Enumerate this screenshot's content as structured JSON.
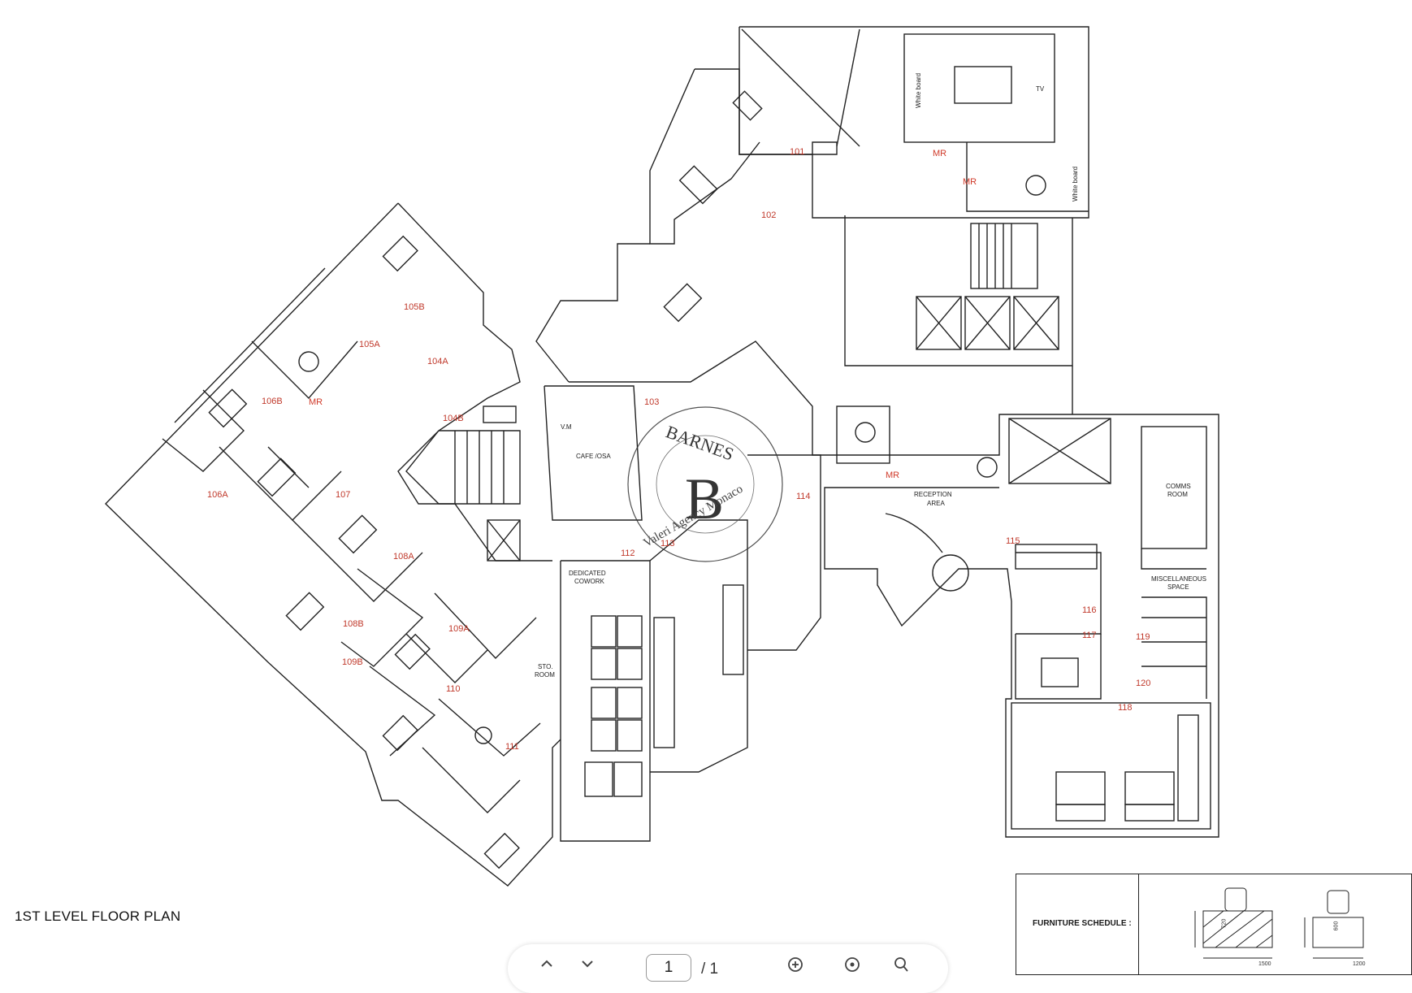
{
  "plan": {
    "title": "1ST LEVEL FLOOR PLAN",
    "rooms": [
      {
        "id": "101"
      },
      {
        "id": "102"
      },
      {
        "id": "103"
      },
      {
        "id": "104A"
      },
      {
        "id": "104B"
      },
      {
        "id": "105A"
      },
      {
        "id": "105B"
      },
      {
        "id": "106A"
      },
      {
        "id": "106B"
      },
      {
        "id": "107"
      },
      {
        "id": "108A"
      },
      {
        "id": "108B"
      },
      {
        "id": "109A"
      },
      {
        "id": "109B"
      },
      {
        "id": "110"
      },
      {
        "id": "111"
      },
      {
        "id": "112"
      },
      {
        "id": "113"
      },
      {
        "id": "114"
      },
      {
        "id": "115"
      },
      {
        "id": "116"
      },
      {
        "id": "117"
      },
      {
        "id": "118"
      },
      {
        "id": "119"
      },
      {
        "id": "120"
      }
    ],
    "meeting_room_label": "MR",
    "area_labels": {
      "cafe": "CAFE /OSA",
      "vm": "V.M",
      "dedicated_cowork_1": "DEDICATED",
      "dedicated_cowork_2": "COWORK",
      "reception_1": "RECEPTION",
      "reception_2": "AREA",
      "comms_1": "COMMS",
      "comms_2": "ROOM",
      "misc_1": "MISCELLANEOUS",
      "misc_2": "SPACE",
      "storage_1": "STO.",
      "storage_2": "ROOM",
      "white_board": "White board",
      "tv": "TV"
    }
  },
  "watermark": {
    "brand": "BARNES",
    "letter": "B",
    "agency": "Valeri Agency Monaco"
  },
  "furniture_schedule": {
    "title": "FURNITURE SCHEDULE :",
    "dims": [
      "720",
      "1500",
      "600",
      "1200"
    ]
  },
  "viewer_toolbar": {
    "page_current": "1",
    "page_total": "/ 1",
    "icons": [
      "chevron-up-icon",
      "chevron-down-icon",
      "zoom-in-icon",
      "zoom-reset-icon",
      "search-icon"
    ]
  }
}
